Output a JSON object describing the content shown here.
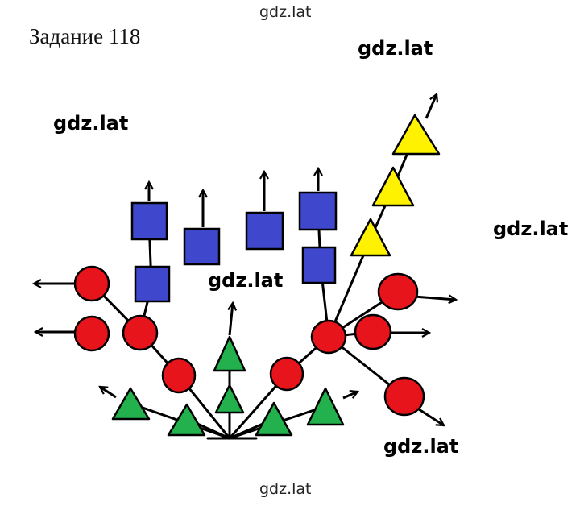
{
  "title": "Задание 118",
  "watermarks": {
    "top": "gdz.lat",
    "upper_right": "gdz.lat",
    "left": "gdz.lat",
    "right": "gdz.lat",
    "center": "gdz.lat",
    "lower_right": "gdz.lat",
    "bottom": "gdz.lat"
  },
  "colors": {
    "circle": "#e8141b",
    "square": "#3f48cc",
    "triangle_green": "#22b14c",
    "triangle_yellow": "#fff200",
    "outline": "#000000"
  }
}
